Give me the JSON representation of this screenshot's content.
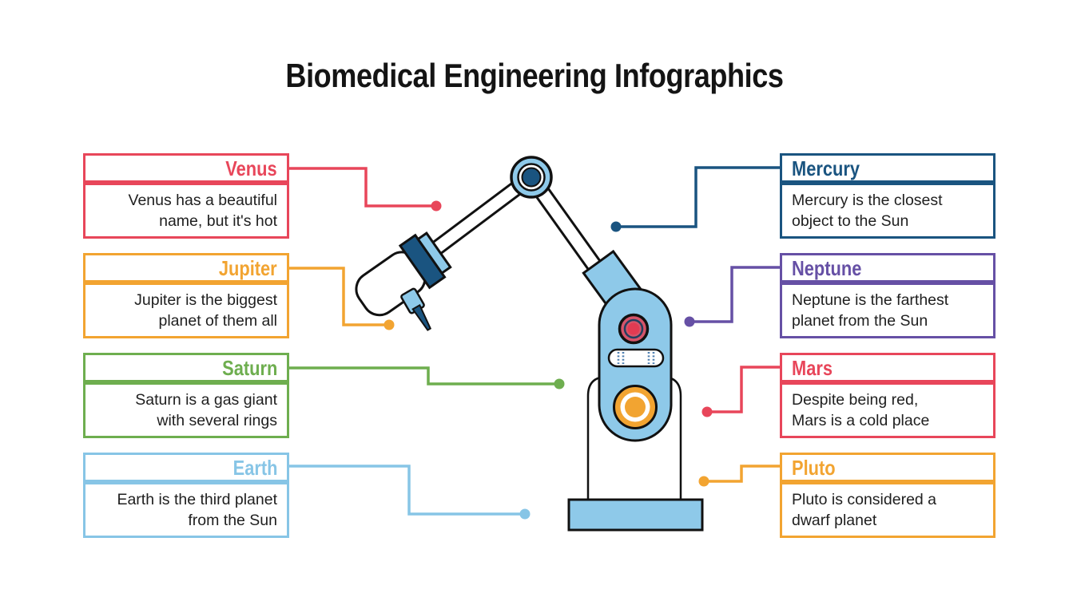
{
  "title": "Biomedical Engineering Infographics",
  "items": [
    {
      "id": "venus",
      "side": "left",
      "label": "Venus",
      "color": "#E8465A",
      "description": "Venus has a beautiful\nname, but it's hot"
    },
    {
      "id": "jupiter",
      "side": "left",
      "label": "Jupiter",
      "color": "#F2A431",
      "description": "Jupiter is the biggest\nplanet of them all"
    },
    {
      "id": "saturn",
      "side": "left",
      "label": "Saturn",
      "color": "#6EAE4F",
      "description": "Saturn is a gas giant\nwith several rings"
    },
    {
      "id": "earth",
      "side": "left",
      "label": "Earth",
      "color": "#87C5E6",
      "description": "Earth is the third planet\nfrom the Sun"
    },
    {
      "id": "mercury",
      "side": "right",
      "label": "Mercury",
      "color": "#1A5480",
      "description": "Mercury is the closest\nobject to the Sun"
    },
    {
      "id": "neptune",
      "side": "right",
      "label": "Neptune",
      "color": "#6650A5",
      "description": "Neptune is the farthest\nplanet from the Sun"
    },
    {
      "id": "mars",
      "side": "right",
      "label": "Mars",
      "color": "#E8465A",
      "description": "Despite being red,\nMars is a cold place"
    },
    {
      "id": "pluto",
      "side": "right",
      "label": "Pluto",
      "color": "#F2A431",
      "description": "Pluto is considered a\ndwarf planet"
    }
  ],
  "illustration": {
    "name": "robotic-arm",
    "colors": {
      "light_blue": "#8EC9E9",
      "dark_blue": "#1A5480",
      "outline": "#111111",
      "white": "#FFFFFF",
      "button_red": "#D5546A",
      "button_red_center": "#E23B52",
      "button_ring": "#223F5F",
      "knob_orange": "#F2A431",
      "coil_blue": "#4E7FB0"
    }
  }
}
